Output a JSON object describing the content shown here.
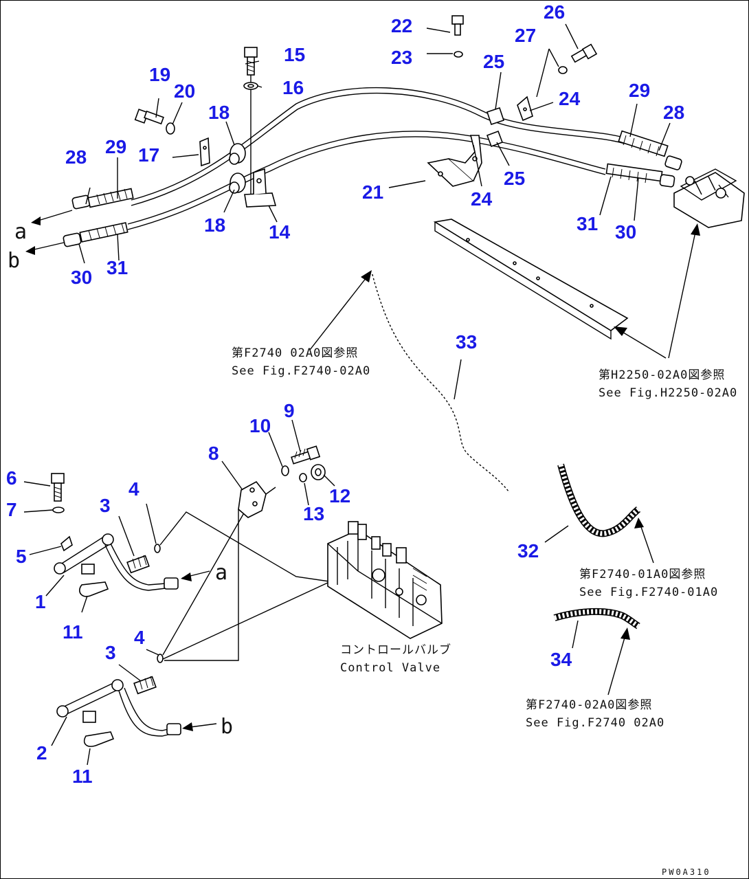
{
  "callouts": {
    "c1": "1",
    "c2": "2",
    "c3a": "3",
    "c3b": "3",
    "c4a": "4",
    "c4b": "4",
    "c5": "5",
    "c6": "6",
    "c7": "7",
    "c8": "8",
    "c9": "9",
    "c10": "10",
    "c11a": "11",
    "c11b": "11",
    "c12": "12",
    "c13": "13",
    "c14": "14",
    "c15": "15",
    "c16": "16",
    "c17": "17",
    "c18a": "18",
    "c18b": "18",
    "c19": "19",
    "c20": "20",
    "c21": "21",
    "c22": "22",
    "c23": "23",
    "c24a": "24",
    "c24b": "24",
    "c25a": "25",
    "c25b": "25",
    "c26": "26",
    "c27": "27",
    "c28a": "28",
    "c28b": "28",
    "c29a": "29",
    "c29b": "29",
    "c30a": "30",
    "c30b": "30",
    "c31a": "31",
    "c31b": "31",
    "c32": "32",
    "c33": "33",
    "c34": "34"
  },
  "connectors": {
    "a_top": "a",
    "b_top": "b",
    "a_bottom": "a",
    "b_bottom": "b"
  },
  "references": {
    "f2740_02a0_jp": "第F2740 02A0図参照",
    "f2740_02a0_en": "See Fig.F2740-02A0",
    "h2250_jp": "第H2250-02A0図参照",
    "h2250_en": "See Fig.H2250-02A0",
    "f2740_01a0_jp": "第F2740-01A0図参照",
    "f2740_01a0_en": "See Fig.F2740-01A0",
    "f2740_02a0b_jp": "第F2740-02A0図参照",
    "f2740_02a0b_en": "See Fig.F2740 02A0",
    "control_valve_jp": "コントロールバルブ",
    "control_valve_en": "Control Valve"
  },
  "drawing_code": "PW0A310"
}
